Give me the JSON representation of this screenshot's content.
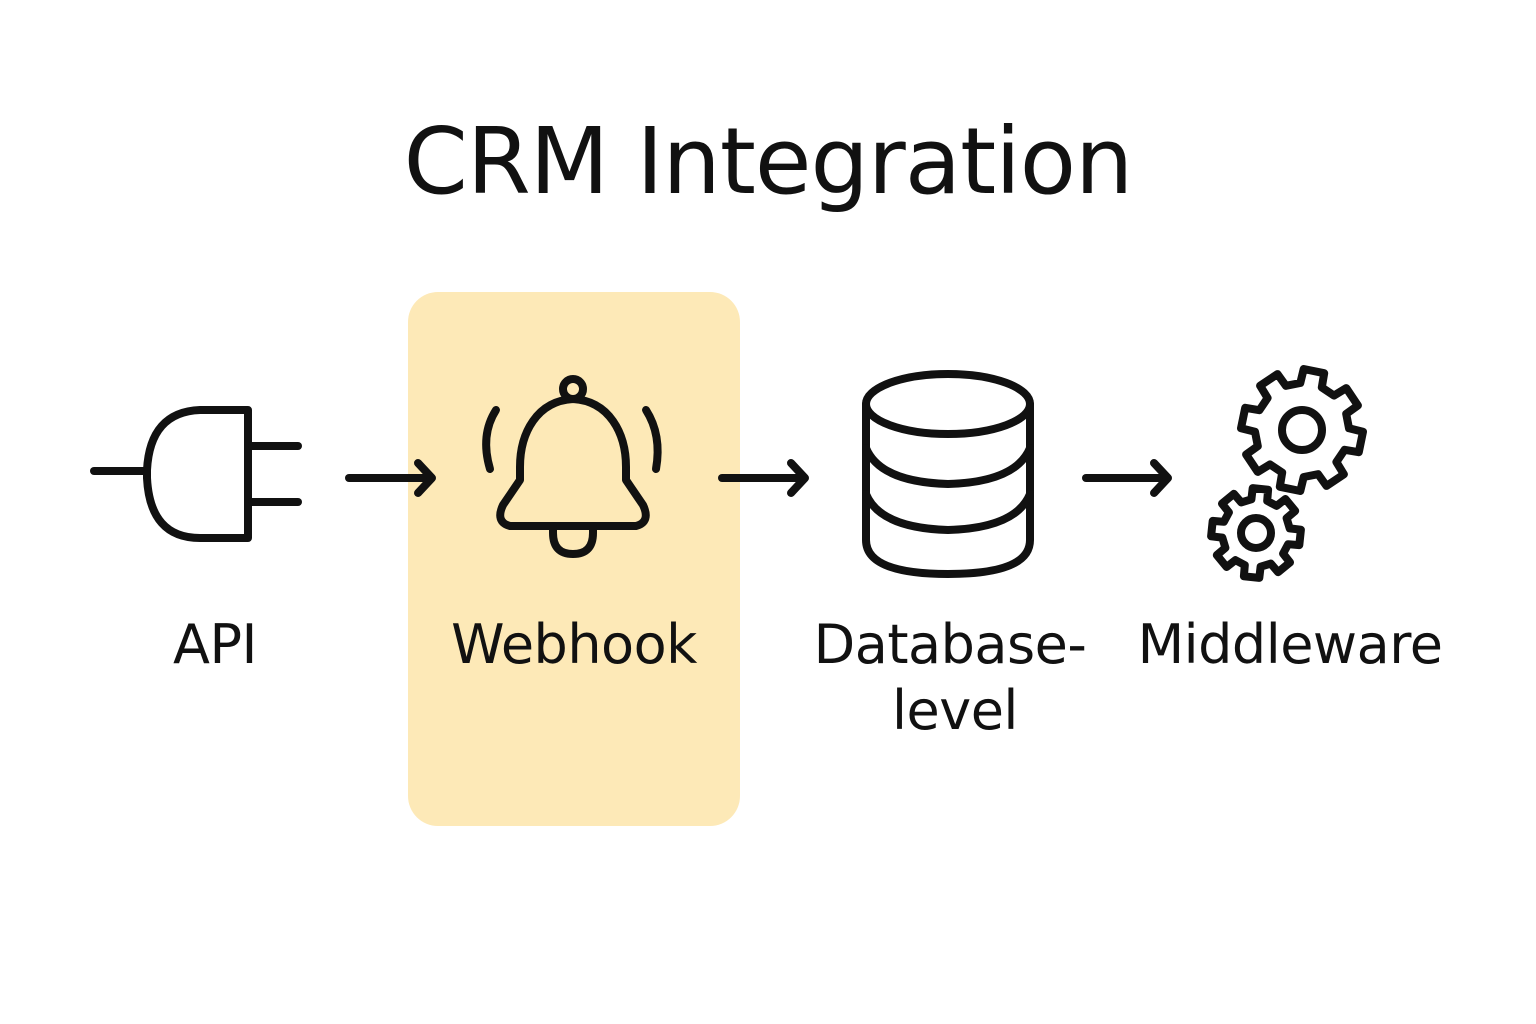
{
  "title": "CRM Integration",
  "highlight_color": "#fde9b7",
  "stroke_color": "#111111",
  "nodes": [
    {
      "id": "api",
      "label": "API",
      "icon": "plug-icon",
      "highlighted": false
    },
    {
      "id": "webhook",
      "label": "Webhook",
      "icon": "bell-icon",
      "highlighted": true
    },
    {
      "id": "database",
      "label_line1": "Database-",
      "label_line2": "level",
      "icon": "database-icon",
      "highlighted": false
    },
    {
      "id": "middleware",
      "label": "Middleware",
      "icon": "gears-icon",
      "highlighted": false
    }
  ],
  "edges": [
    {
      "from": "api",
      "to": "webhook"
    },
    {
      "from": "webhook",
      "to": "database"
    },
    {
      "from": "database",
      "to": "middleware"
    }
  ]
}
